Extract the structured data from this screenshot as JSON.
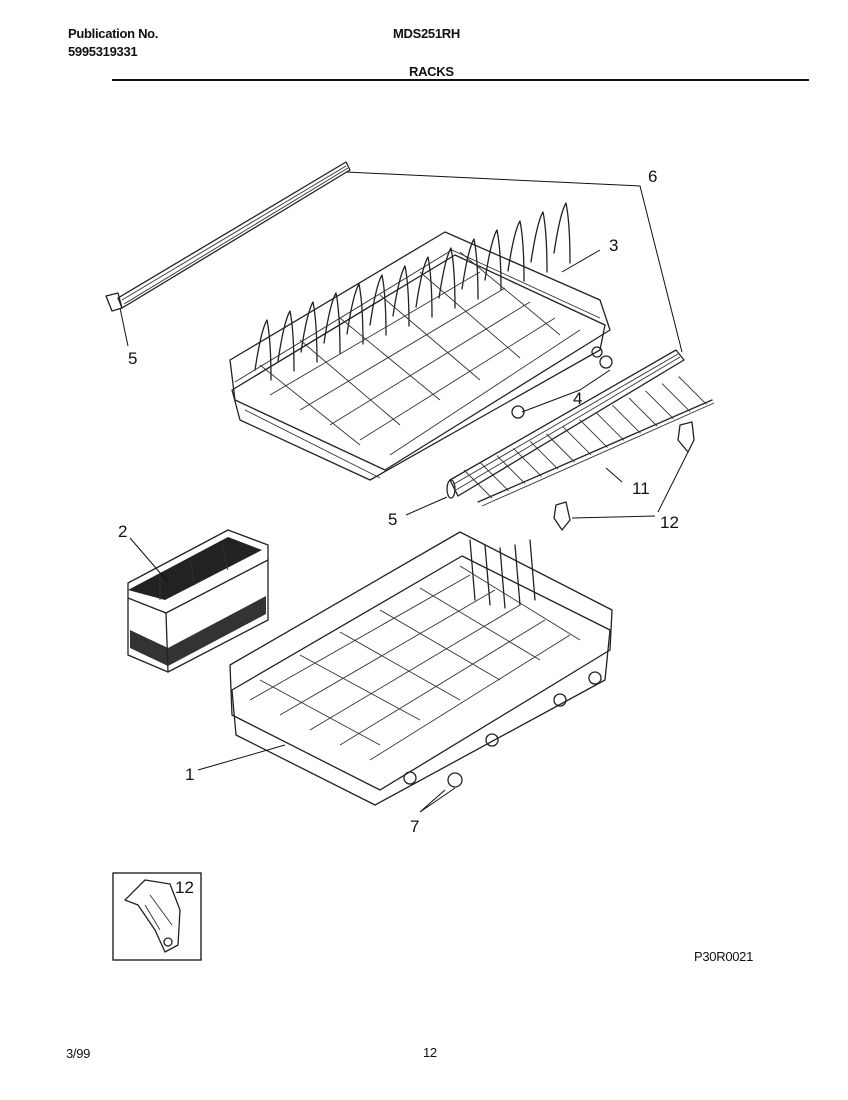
{
  "header": {
    "publication_label": "Publication No.",
    "publication_number": "5995319331",
    "model": "MDS251RH",
    "section": "RACKS"
  },
  "callouts": {
    "c1": "1",
    "c2": "2",
    "c3": "3",
    "c4": "4",
    "c5a": "5",
    "c5b": "5",
    "c6": "6",
    "c7": "7",
    "c11": "11",
    "c12a": "12",
    "c12b": "12"
  },
  "diagram_code": "P30R0021",
  "footer": {
    "date": "3/99",
    "page": "12"
  }
}
